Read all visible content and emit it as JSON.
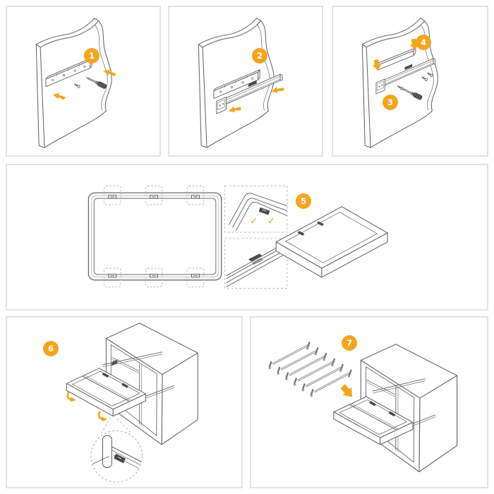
{
  "figure": {
    "kind": "assembly-instruction-sheet",
    "panel_count": 6,
    "step_count": 7
  },
  "colors": {
    "accent_orange": "#F4A51F",
    "line_gray": "#6A6A6A",
    "dark_gray": "#4A4A4A",
    "panel_border": "#E3E3E3",
    "dashed_gray": "#B8B8B8",
    "background": "#FFFFFF"
  },
  "panels": [
    {
      "name": "step-1",
      "badges": [
        {
          "label": "1"
        }
      ]
    },
    {
      "name": "step-2",
      "badges": [
        {
          "label": "2"
        }
      ]
    },
    {
      "name": "step-3-4",
      "badges": [
        {
          "label": "3"
        },
        {
          "label": "4"
        }
      ]
    },
    {
      "name": "step-5",
      "badges": [
        {
          "label": "5"
        }
      ],
      "checkmarks": [
        "✓",
        "✓"
      ]
    },
    {
      "name": "step-6",
      "badges": [
        {
          "label": "6"
        }
      ]
    },
    {
      "name": "step-7",
      "badges": [
        {
          "label": "7"
        }
      ]
    }
  ]
}
